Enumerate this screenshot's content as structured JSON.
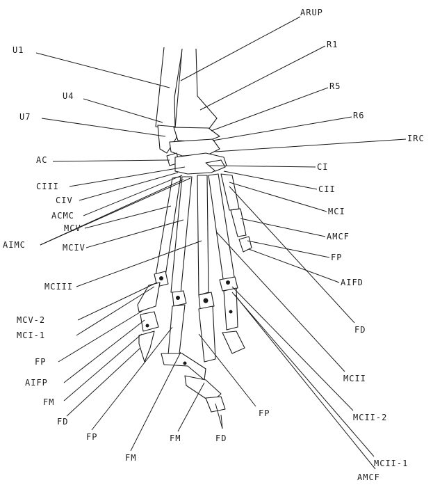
{
  "labels": {
    "arup": "ARUP",
    "r1": "R1",
    "u1": "U1",
    "r5": "R5",
    "u4": "U4",
    "r6": "R6",
    "u7": "U7",
    "irc": "IRC",
    "ac": "AC",
    "ci": "CI",
    "ciii": "CIII",
    "cii": "CII",
    "civ": "CIV",
    "acmc": "ACMC",
    "mci": "MCI",
    "aimc": "AIMC",
    "mcv": "MCV",
    "amcf_upper": "AMCF",
    "mciv": "MCIV",
    "fp_right": "FP",
    "mciii": "MCIII",
    "aifd": "AIFD",
    "fd_right": "FD",
    "mcv2": "MCV-2",
    "mci1": "MCI-1",
    "fp_left": "FP",
    "mcii": "MCII",
    "aifp": "AIFP",
    "fp_mid": "FP",
    "mcii2": "MCII-2",
    "fm_left": "FM",
    "fd_left": "FD",
    "fp_bottom": "FP",
    "fm_mid": "FM",
    "fd_bottom": "FD",
    "fm_bottom": "FM",
    "mcii1": "MCII-1",
    "amcf_bottom": "AMCF"
  }
}
